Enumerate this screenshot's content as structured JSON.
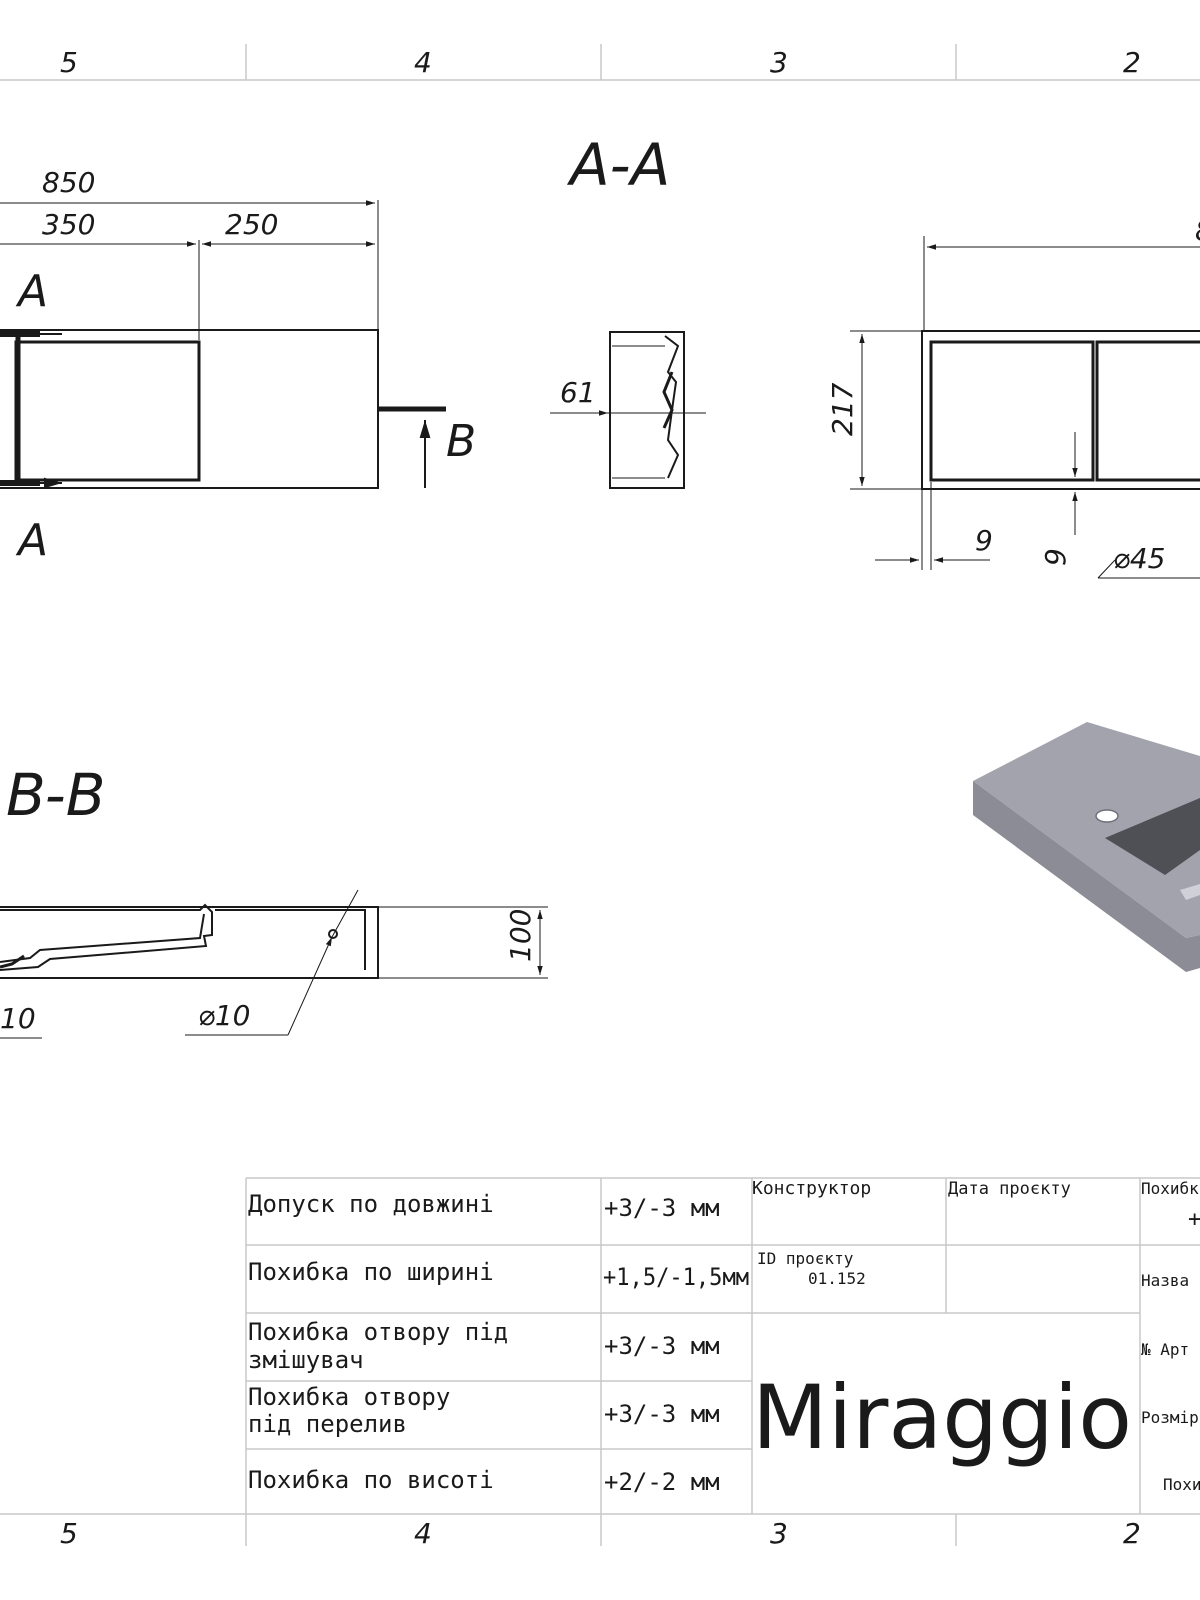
{
  "frame": {
    "zones": [
      "5",
      "4",
      "3",
      "2"
    ]
  },
  "views": {
    "section_aa": "A-A",
    "section_bb": "B-B",
    "cut_letter_a": "A",
    "cut_letter_b": "B"
  },
  "dimensions": {
    "overall_length": "850",
    "basin_width": "350",
    "shelf_width": "250",
    "side_depth": "61",
    "depth": "217",
    "wall_x": "9",
    "wall_y": "9",
    "tap_hole": "⌀45",
    "height": "100",
    "overflow_hole": "⌀10",
    "drain_hole_partial": "10"
  },
  "title_block": {
    "tolerances": [
      {
        "label": "Допуск по довжині",
        "value": "+3/-3 мм"
      },
      {
        "label": "Похибка по ширині",
        "value": "+1,5/-1,5мм"
      },
      {
        "label_line1": "Похибка отвору під",
        "label_line2": "змішувач",
        "value": "+3/-3 мм"
      },
      {
        "label_line1": "Похибка отвору",
        "label_line2": "під перелив",
        "value": "+3/-3 мм"
      },
      {
        "label": "Похибка по висоті",
        "value": "+2/-2 мм"
      }
    ],
    "designer_label": "Конструктор",
    "date_label": "Дата проєкту",
    "project_id_label": "ID проєкту",
    "project_id_value": "01.152",
    "brand": "Miraggio",
    "right_col": {
      "error_label": "Похибк",
      "error_value": "+",
      "name_label": "Назва",
      "article_label": "№ Арт",
      "size_label": "Розмір",
      "bottom_label": "Похи"
    }
  },
  "colors": {
    "ink": "#1a1a1a",
    "frame_grey": "#c8c8c8",
    "render_top": "#a2a3ad",
    "render_side": "#8b8c95",
    "render_dark": "#4f5056"
  }
}
